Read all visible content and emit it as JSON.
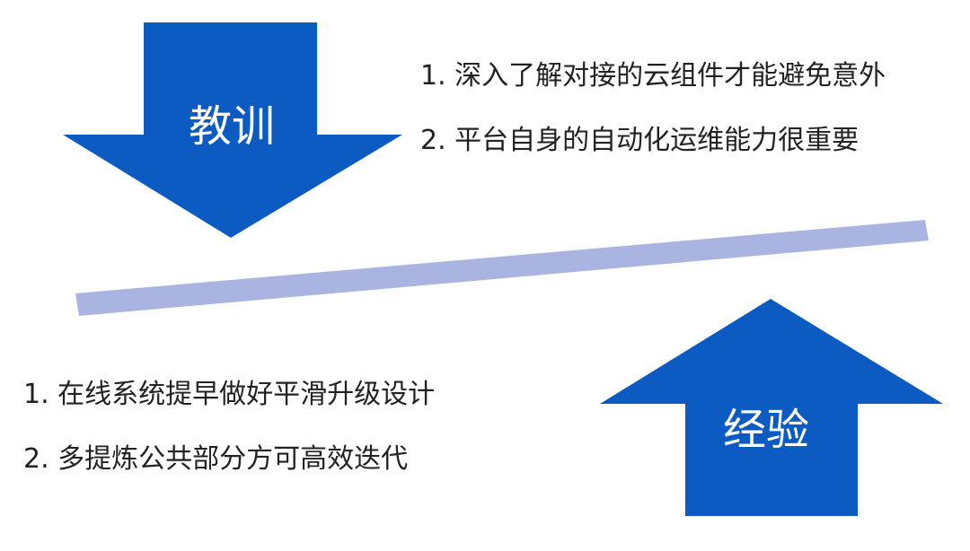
{
  "colors": {
    "arrow": "#0B5BC2",
    "balance_bar": "#A9B4E1",
    "text": "#222222",
    "background": "#FFFFFF"
  },
  "lesson": {
    "label": "教训",
    "items": [
      "1. 深入了解对接的云组件才能避免意外",
      "2. 平台自身的自动化运维能力很重要"
    ]
  },
  "experience": {
    "label": "经验",
    "items": [
      "1. 在线系统提早做好平滑升级设计",
      "2. 多提炼公共部分方可高效迭代"
    ]
  }
}
